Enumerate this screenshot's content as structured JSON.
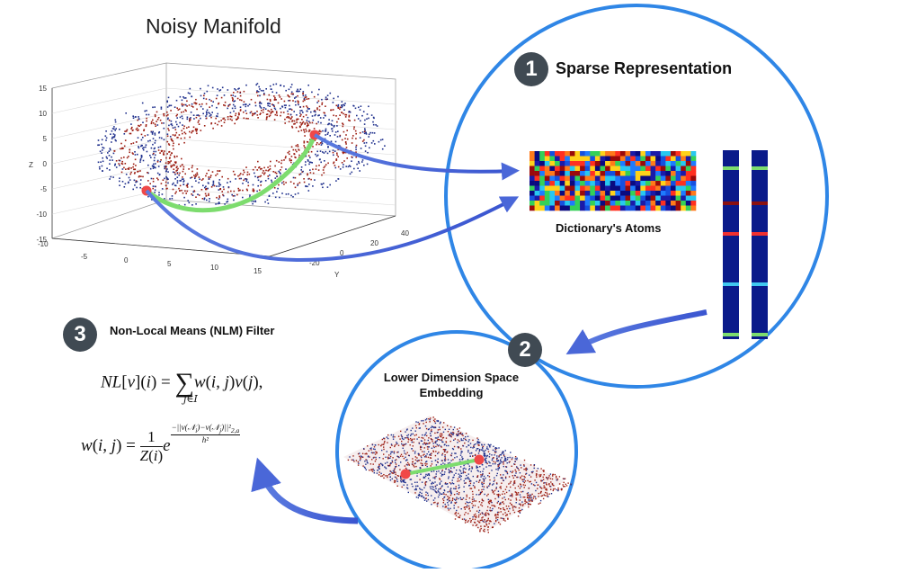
{
  "title": "Noisy Manifold",
  "step1": {
    "badge": "1",
    "label": "Sparse Representation"
  },
  "dictionary_label": "Dictionary's Atoms",
  "step2": {
    "badge": "2",
    "label": "Lower Dimension Space Embedding"
  },
  "step3": {
    "badge": "3",
    "label": "Non-Local Means (NLM) Filter"
  },
  "plot_axes": {
    "z_label": "Z",
    "y_label": "Y",
    "z_ticks": [
      "15",
      "10",
      "5",
      "0",
      "-5",
      "-10",
      "-15"
    ],
    "x_ticks": [
      "-10",
      "-5",
      "0",
      "5",
      "10",
      "15"
    ],
    "y_ticks": [
      "40",
      "20",
      "0",
      "-20"
    ]
  },
  "equations": {
    "nlm": "NL[v](i) = ∑_{j∈I} w(i,j)v(j),",
    "weight": "w(i,j) = 1/Z(i) e^{-||v(N_i)-v(N_j)||²_{2,a}/h²}"
  },
  "colors": {
    "ring": "#2f86e6",
    "arrow": "#4a67d8",
    "geodesic": "#7ddc6e",
    "endpoint": "#f04848",
    "badge": "#404a53",
    "red_points": "#9c1d12",
    "blue_points": "#1e2f8c"
  }
}
